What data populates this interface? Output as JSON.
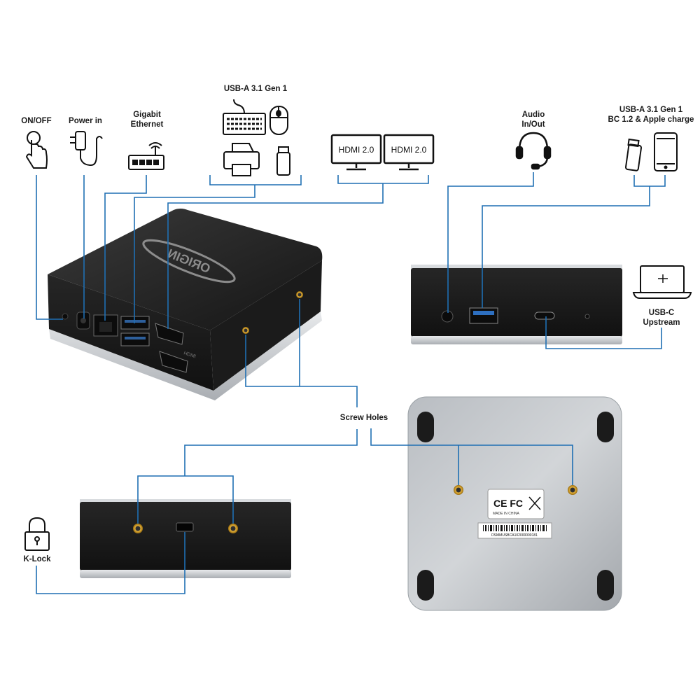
{
  "labels": {
    "on_off": "ON/OFF",
    "power_in": "Power in",
    "gigabit_ethernet": [
      "Gigabit",
      "Ethernet"
    ],
    "usb_a_gen1": "USB-A 3.1 Gen 1",
    "hdmi_1": "HDMI 2.0",
    "hdmi_2": "HDMI 2.0",
    "audio": [
      "Audio",
      "In/Out"
    ],
    "usb_a_charge": [
      "USB-A 3.1 Gen 1",
      "BC 1.2 & Apple charge"
    ],
    "usb_c_upstream": [
      "USB-C",
      "Upstream"
    ],
    "screw_holes": "Screw Holes",
    "k_lock": "K-Lock"
  },
  "device": {
    "brand": "ORIGIN",
    "port_hdmi": "HDMI",
    "bottom_marks": "CE FC",
    "made_in": "MADE IN CHINA",
    "serial": "DSMMUSBCA102000000181"
  },
  "colors": {
    "connector": "#1f6fb3",
    "device_body": "#1e1e1e",
    "device_base": "#cfd2d6",
    "screw": "#d4a017"
  },
  "icons": [
    "finger-press-icon",
    "power-adapter-icon",
    "router-icon",
    "keyboard-icon",
    "mouse-icon",
    "printer-icon",
    "usb-stick-icon",
    "monitor-icon",
    "headset-icon",
    "smartphone-icon",
    "laptop-icon",
    "padlock-icon"
  ]
}
